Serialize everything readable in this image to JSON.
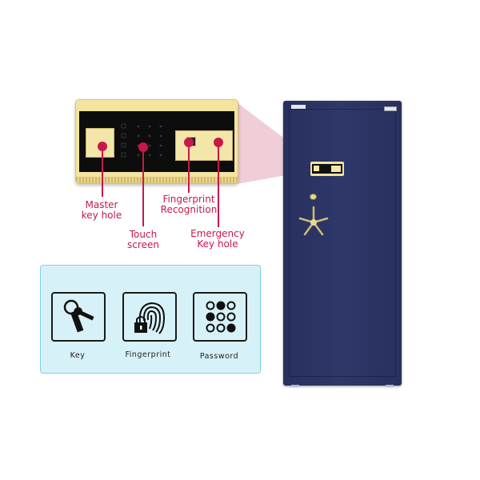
{
  "panel_callouts": [
    {
      "id": "master-key-hole",
      "label": "Master\nkey hole"
    },
    {
      "id": "touch-screen",
      "label": "Touch\nscreen"
    },
    {
      "id": "fingerprint-recognition",
      "label": "Fingerprint\nRecognition"
    },
    {
      "id": "emergency-key-hole",
      "label": "Emergency\nKey hole"
    }
  ],
  "unlock_methods": [
    {
      "id": "key",
      "label": "Key",
      "icon": "keys-icon"
    },
    {
      "id": "fingerprint",
      "label": "Fingerprint",
      "icon": "fingerprint-lock-icon"
    },
    {
      "id": "password",
      "label": "Password",
      "icon": "keypad-dots-icon"
    }
  ],
  "colors": {
    "callout": "#c8184a",
    "safe_body": "#2c3566",
    "panel_gold": "#f3e4a0",
    "methods_bg": "#d7f1f8",
    "methods_border": "#7fd0e4"
  }
}
